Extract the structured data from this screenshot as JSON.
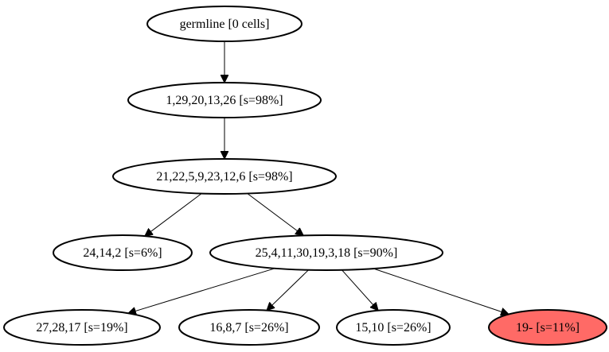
{
  "tree": {
    "nodes": [
      {
        "id": "germline",
        "label": "germline [0 cells]",
        "highlighted": false
      },
      {
        "id": "n1",
        "label": "1,29,20,13,26 [s=98%]",
        "highlighted": false
      },
      {
        "id": "n2",
        "label": "21,22,5,9,23,12,6 [s=98%]",
        "highlighted": false
      },
      {
        "id": "n3",
        "label": "24,14,2 [s=6%]",
        "highlighted": false
      },
      {
        "id": "n4",
        "label": "25,4,11,30,19,3,18 [s=90%]",
        "highlighted": false
      },
      {
        "id": "n5",
        "label": "27,28,17 [s=19%]",
        "highlighted": false
      },
      {
        "id": "n6",
        "label": "16,8,7 [s=26%]",
        "highlighted": false
      },
      {
        "id": "n7",
        "label": "15,10 [s=26%]",
        "highlighted": false
      },
      {
        "id": "n8",
        "label": "19- [s=11%]",
        "highlighted": true
      }
    ],
    "edges": [
      {
        "from": "germline",
        "to": "n1"
      },
      {
        "from": "n1",
        "to": "n2"
      },
      {
        "from": "n2",
        "to": "n3"
      },
      {
        "from": "n2",
        "to": "n4"
      },
      {
        "from": "n4",
        "to": "n5"
      },
      {
        "from": "n4",
        "to": "n6"
      },
      {
        "from": "n4",
        "to": "n7"
      },
      {
        "from": "n4",
        "to": "n8"
      }
    ],
    "colors": {
      "node_fill": "#ffffff",
      "highlight_fill": "#ff6a66",
      "stroke": "#000000"
    }
  }
}
